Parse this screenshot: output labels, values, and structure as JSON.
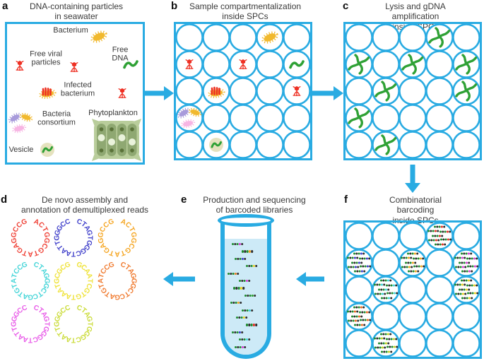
{
  "colors": {
    "cyan": "#29ABE2",
    "text": "#3A3A3A",
    "gold": "#F1B92E",
    "red": "#EE3124",
    "green": "#2FA135",
    "purple": "#A89BDB",
    "pink": "#F7B5E3",
    "beige": "#E5E2BE",
    "phyto_outer": "#B9CD9B",
    "phyto_cell": "#8FA872",
    "dot_dark": "#5A7239",
    "dot_light": "#EAF3DC",
    "liquid": "#CDEAF7",
    "frag_base": "#1E8C2E",
    "frag_dark": "#2E2E2E"
  },
  "panels": {
    "a": {
      "label": "a",
      "title": "DNA-containing particles\nin seawater",
      "items": {
        "bacterium": "Bacterium",
        "free_viral": "Free viral\nparticles",
        "free_dna": "Free DNA",
        "infected": "Infected\nbacterium",
        "consortium": "Bacteria\nconsortium",
        "phytoplankton": "Phytoplankton",
        "vesicle": "Vesicle"
      }
    },
    "b": {
      "label": "b",
      "title": "Sample compartmentalization\ninside SPCs",
      "grid": {
        "rows": 5,
        "cols": 5
      },
      "cells": [
        {
          "row": 1,
          "col": 4,
          "icon": "bacterium"
        },
        {
          "row": 2,
          "col": 1,
          "icon": "phage"
        },
        {
          "row": 2,
          "col": 3,
          "icon": "phage"
        },
        {
          "row": 2,
          "col": 5,
          "icon": "dna"
        },
        {
          "row": 3,
          "col": 2,
          "icon": "infected"
        },
        {
          "row": 3,
          "col": 5,
          "icon": "phage"
        },
        {
          "row": 4,
          "col": 1,
          "icon": "consortium"
        },
        {
          "row": 5,
          "col": 2,
          "icon": "vesicle"
        }
      ]
    },
    "c": {
      "label": "c",
      "title": "Lysis and gDNA amplification\ninside SPCs",
      "grid": {
        "rows": 5,
        "cols": 5
      },
      "cells": [
        {
          "row": 1,
          "col": 4,
          "icon": "gdna"
        },
        {
          "row": 2,
          "col": 1,
          "icon": "gdna"
        },
        {
          "row": 2,
          "col": 3,
          "icon": "gdna"
        },
        {
          "row": 2,
          "col": 5,
          "icon": "gdna"
        },
        {
          "row": 3,
          "col": 2,
          "icon": "gdna"
        },
        {
          "row": 3,
          "col": 5,
          "icon": "gdna"
        },
        {
          "row": 4,
          "col": 1,
          "icon": "gdna"
        },
        {
          "row": 5,
          "col": 2,
          "icon": "gdna"
        }
      ]
    },
    "d": {
      "label": "d",
      "title": "De novo assembly and\nannotation of demultiplexed reads",
      "rings": [
        {
          "seq": "ACTGGCGTATGAGGCCG",
          "color": "#EF4136"
        },
        {
          "seq": "CTAGTGGGCTAATTGGGCC",
          "color": "#4343CB"
        },
        {
          "seq": "ACTGGCGTATGAGGCCG",
          "color": "#F5A623"
        },
        {
          "seq": "CTAGGGCTCGATGTATCCG",
          "color": "#45D5D8"
        },
        {
          "seq": "GCAATCGTGTAAATGCGCG",
          "color": "#EFE33C"
        },
        {
          "seq": "CTAGGGCTCGATGTATCCG",
          "color": "#F07B30"
        },
        {
          "seq": "CTAGTGGGCTAATTGGGCC",
          "color": "#E85DE8"
        },
        {
          "seq": "CTAGTGGGCTAATTGGGCC",
          "color": "#CBDC3A"
        }
      ]
    },
    "e": {
      "label": "e",
      "title": "Production and sequencing\nof barcoded libraries",
      "tube_fragments": [
        "#D93BD9",
        "#F5A61E",
        "#3B3BD1",
        "#EFD11F",
        "#F07D1E",
        "#D93BD9",
        "#EFD11F",
        "#2FA12F",
        "#F5A61E",
        "#3FD4DC",
        "#EFD11F",
        "#E53022",
        "#3B3BD1",
        "#3FD4DC",
        "#D93BD9"
      ]
    },
    "f": {
      "label": "f",
      "title": "Combinatorial barcoding\ninside SPCs",
      "grid": {
        "rows": 5,
        "cols": 5
      },
      "cells": [
        {
          "row": 1,
          "col": 4,
          "tip": "#E53022"
        },
        {
          "row": 2,
          "col": 1,
          "tip": "#3B3BD1"
        },
        {
          "row": 2,
          "col": 3,
          "tip": "#F5A61E"
        },
        {
          "row": 2,
          "col": 5,
          "tip": "#D93BD9"
        },
        {
          "row": 3,
          "col": 2,
          "tip": "#3FD4DC"
        },
        {
          "row": 3,
          "col": 5,
          "tip": "#EFD11F"
        },
        {
          "row": 4,
          "col": 1,
          "tip": "#F0671E"
        },
        {
          "row": 5,
          "col": 2,
          "tip": "#C3D41F"
        }
      ]
    }
  }
}
